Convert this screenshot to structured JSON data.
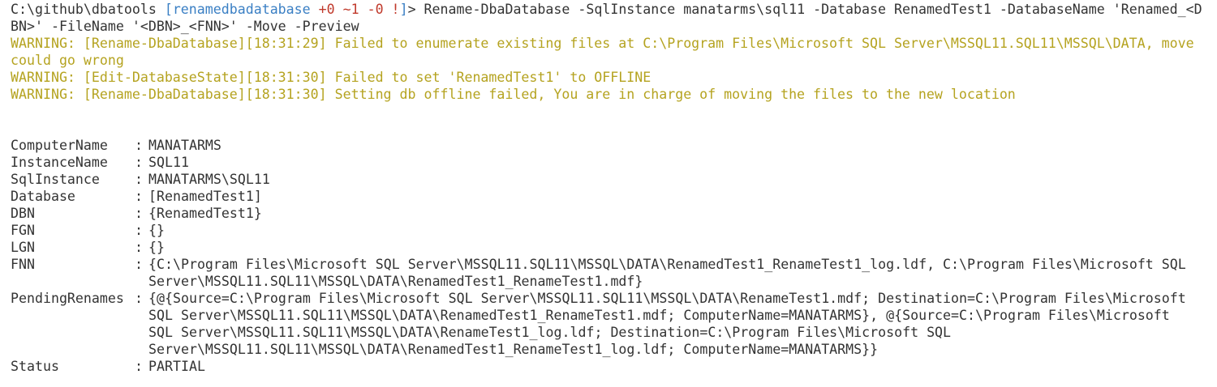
{
  "prompt": {
    "path": "C:\\github\\dbatools",
    "branch_open": " [",
    "branch": "renamedbadatabase",
    "git_status": " +0 ~1 -0 !",
    "branch_close": "]",
    "prompt_end": "> ",
    "command_line1": "Rename-DbaDatabase -SqlInstance manatarms\\sql11 -Database RenamedTest1 -DatabaseName 'Renamed_<D",
    "command_line2": "BN>' -FileName '<DBN>_<FNN>' -Move -Preview"
  },
  "warnings": [
    "WARNING: [Rename-DbaDatabase][18:31:29] Failed to enumerate existing files at C:\\Program Files\\Microsoft SQL Server\\MSSQL11.SQL11\\MSSQL\\DATA, move",
    "could go wrong",
    "WARNING: [Edit-DatabaseState][18:31:30] Failed to set 'RenamedTest1' to OFFLINE",
    "WARNING: [Rename-DbaDatabase][18:31:30] Setting db offline failed, You are in charge of moving the files to the new location"
  ],
  "separator": ":",
  "properties": [
    {
      "key": "ComputerName",
      "lines": [
        "MANATARMS"
      ]
    },
    {
      "key": "InstanceName",
      "lines": [
        "SQL11"
      ]
    },
    {
      "key": "SqlInstance",
      "lines": [
        "MANATARMS\\SQL11"
      ]
    },
    {
      "key": "Database",
      "lines": [
        "[RenamedTest1]"
      ]
    },
    {
      "key": "DBN",
      "lines": [
        "{RenamedTest1}"
      ]
    },
    {
      "key": "FGN",
      "lines": [
        "{}"
      ]
    },
    {
      "key": "LGN",
      "lines": [
        "{}"
      ]
    },
    {
      "key": "FNN",
      "lines": [
        "{C:\\Program Files\\Microsoft SQL Server\\MSSQL11.SQL11\\MSSQL\\DATA\\RenamedTest1_RenameTest1_log.ldf, C:\\Program Files\\Microsoft SQL",
        "Server\\MSSQL11.SQL11\\MSSQL\\DATA\\RenamedTest1_RenameTest1.mdf}"
      ]
    },
    {
      "key": "PendingRenames",
      "lines": [
        "{@{Source=C:\\Program Files\\Microsoft SQL Server\\MSSQL11.SQL11\\MSSQL\\DATA\\RenameTest1.mdf; Destination=C:\\Program Files\\Microsoft",
        "SQL Server\\MSSQL11.SQL11\\MSSQL\\DATA\\RenamedTest1_RenameTest1.mdf; ComputerName=MANATARMS}, @{Source=C:\\Program Files\\Microsoft",
        "SQL Server\\MSSQL11.SQL11\\MSSQL\\DATA\\RenameTest1_log.ldf; Destination=C:\\Program Files\\Microsoft SQL",
        "Server\\MSSQL11.SQL11\\MSSQL\\DATA\\RenamedTest1_RenameTest1_log.ldf; ComputerName=MANATARMS}}"
      ]
    },
    {
      "key": "Status",
      "lines": [
        "PARTIAL"
      ]
    }
  ]
}
